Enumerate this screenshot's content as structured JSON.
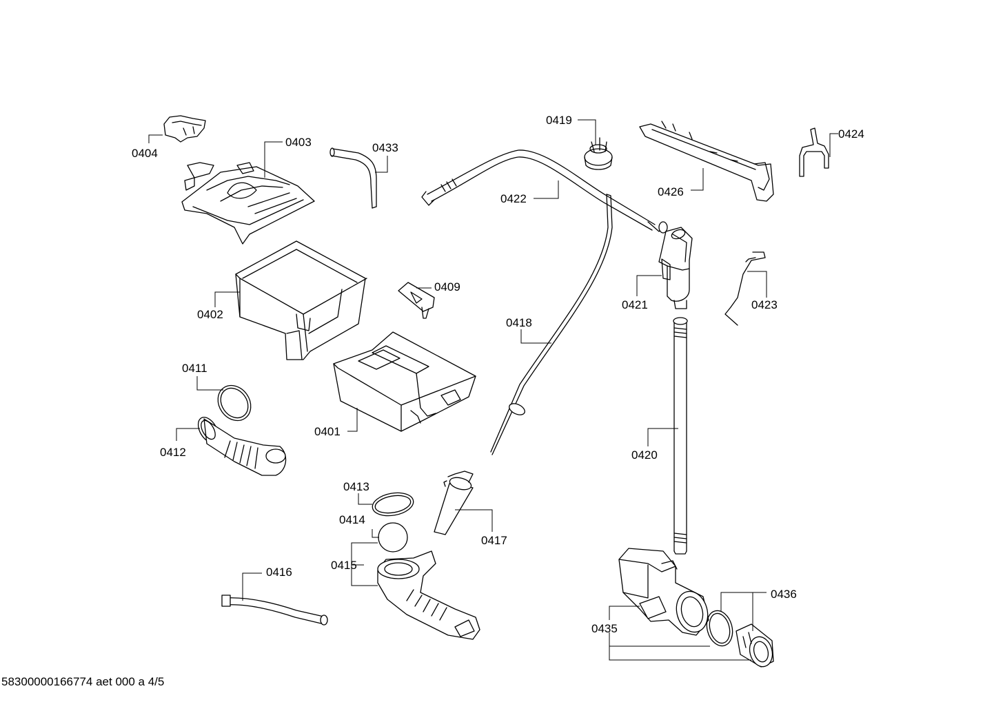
{
  "parts": [
    {
      "id": "p0401",
      "label": "0401"
    },
    {
      "id": "p0402",
      "label": "0402"
    },
    {
      "id": "p0403",
      "label": "0403"
    },
    {
      "id": "p0404",
      "label": "0404"
    },
    {
      "id": "p0409",
      "label": "0409"
    },
    {
      "id": "p0411",
      "label": "0411"
    },
    {
      "id": "p0412",
      "label": "0412"
    },
    {
      "id": "p0413",
      "label": "0413"
    },
    {
      "id": "p0414",
      "label": "0414"
    },
    {
      "id": "p0415",
      "label": "0415"
    },
    {
      "id": "p0416",
      "label": "0416"
    },
    {
      "id": "p0417",
      "label": "0417"
    },
    {
      "id": "p0418",
      "label": "0418"
    },
    {
      "id": "p0419",
      "label": "0419"
    },
    {
      "id": "p0420",
      "label": "0420"
    },
    {
      "id": "p0421",
      "label": "0421"
    },
    {
      "id": "p0422",
      "label": "0422"
    },
    {
      "id": "p0423",
      "label": "0423"
    },
    {
      "id": "p0424",
      "label": "0424"
    },
    {
      "id": "p0426",
      "label": "0426"
    },
    {
      "id": "p0433",
      "label": "0433"
    },
    {
      "id": "p0435",
      "label": "0435"
    },
    {
      "id": "p0436",
      "label": "0436"
    }
  ],
  "footer": "58300000166774 aet 000 a 4/5"
}
